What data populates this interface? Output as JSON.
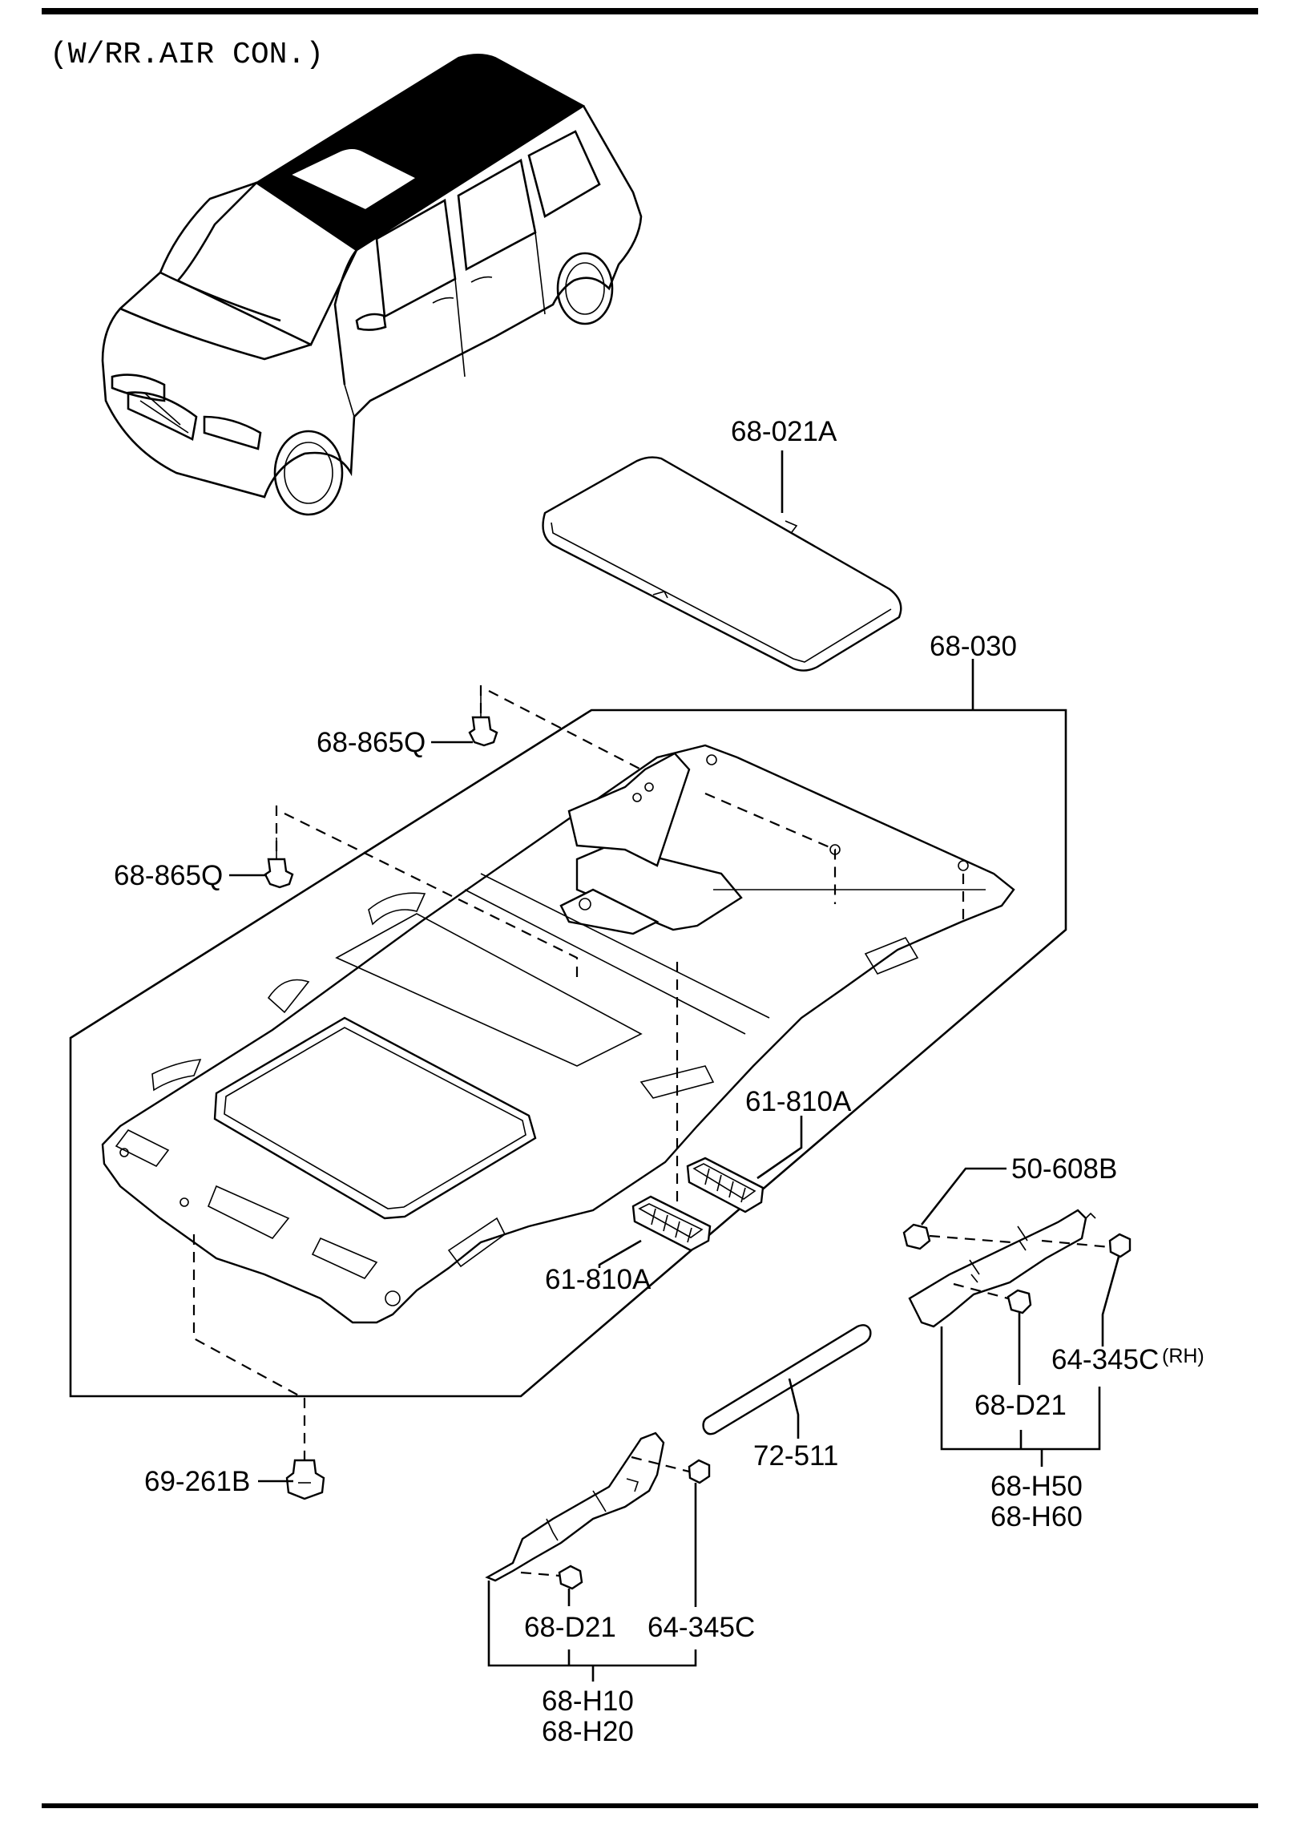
{
  "header": {
    "title": "(W/RR.AIR CON.)"
  },
  "parts": {
    "sunroof_panel": "68-021A",
    "headliner": "68-030",
    "clip_upper": "68-865Q",
    "clip_lower": "68-865Q",
    "vent_upper": "61-810A",
    "vent_lower": "61-810A",
    "bracket_bolt": "50-608B",
    "clip_rh": "64-345C",
    "rh_note": "(RH)",
    "clip_d21_right": "68-D21",
    "trim_right_a": "68-H50",
    "trim_right_b": "68-H60",
    "grommet_rod": "72-511",
    "fastener": "69-261B",
    "clip_d21_left": "68-D21",
    "clip_left": "64-345C",
    "trim_left_a": "68-H10",
    "trim_left_b": "68-H20"
  }
}
